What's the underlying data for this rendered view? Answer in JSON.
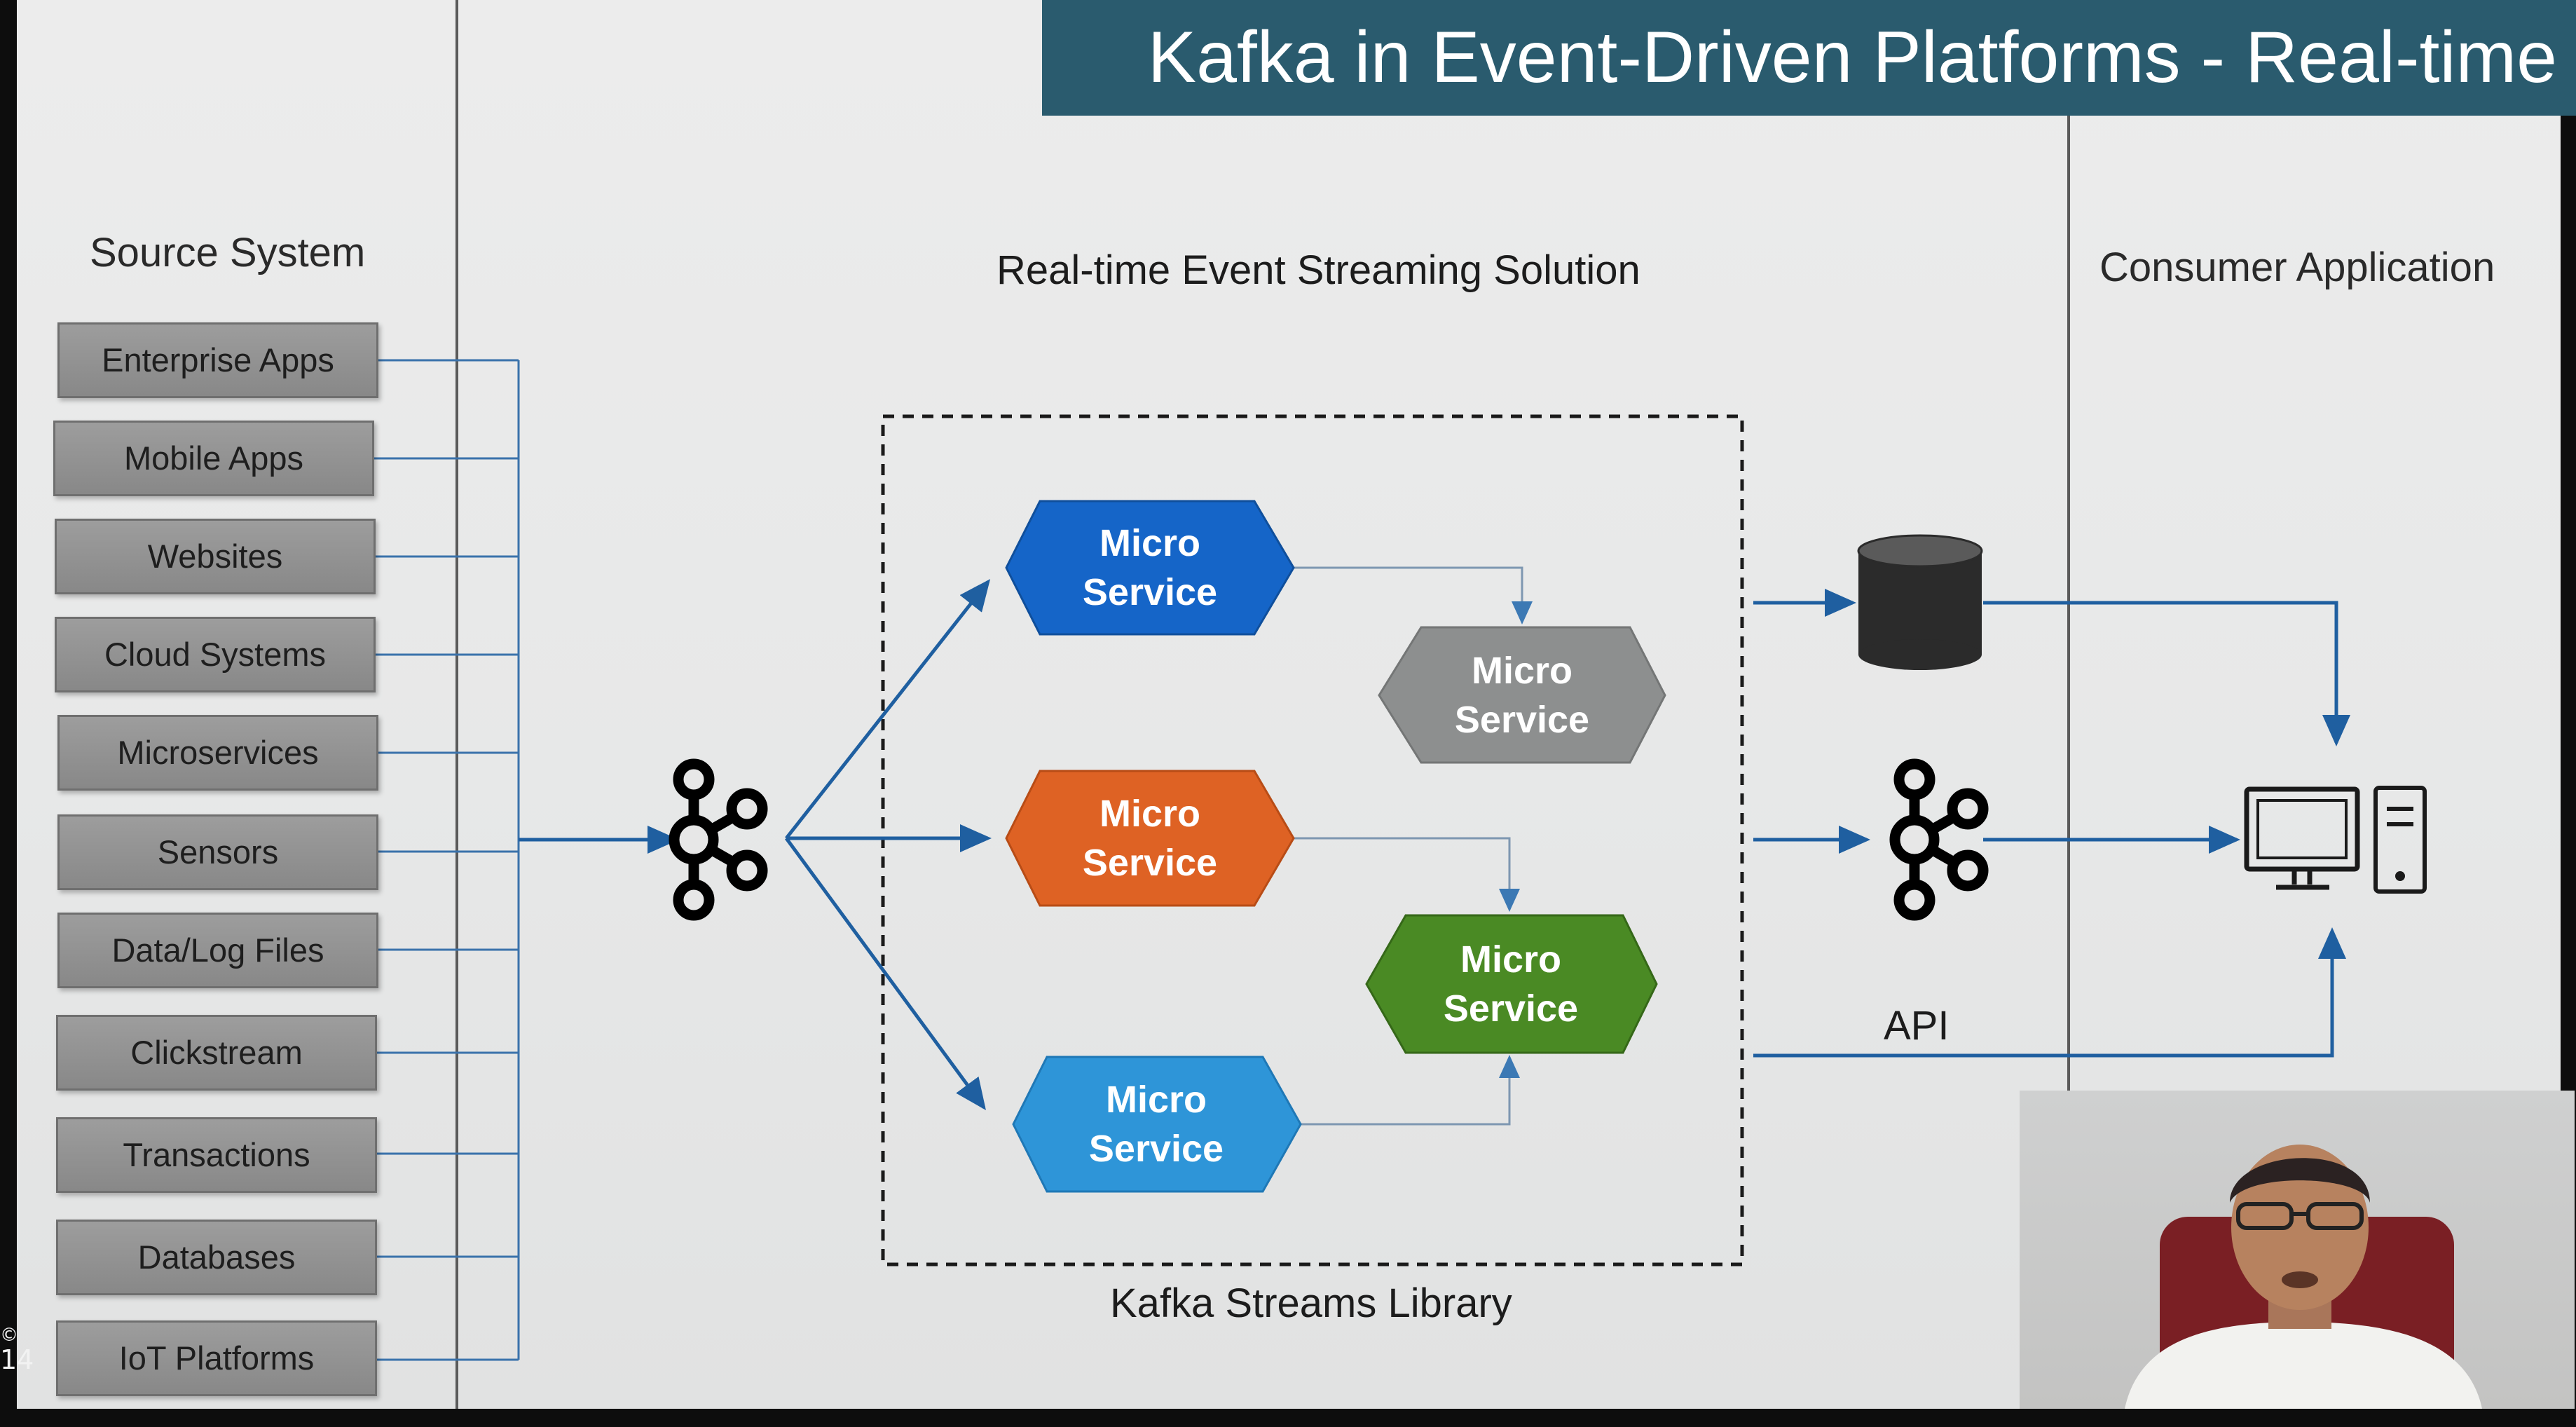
{
  "banner": {
    "title": "Kafka in Event-Driven Platforms - Real-time"
  },
  "sections": {
    "source": "Source System",
    "solution": "Real-time Event Streaming Solution",
    "consumer": "Consumer Application",
    "library": "Kafka Streams Library",
    "api": "API"
  },
  "source_systems": [
    "Enterprise Apps",
    "Mobile Apps",
    "Websites",
    "Cloud Systems",
    "Microservices",
    "Sensors",
    "Data/Log Files",
    "Clickstream",
    "Transactions",
    "Databases",
    "IoT Platforms"
  ],
  "microservices": [
    {
      "line1": "Micro",
      "line2": "Service",
      "color": "#1565c8"
    },
    {
      "line1": "Micro",
      "line2": "Service",
      "color": "#8d8f8f"
    },
    {
      "line1": "Micro",
      "line2": "Service",
      "color": "#de6224"
    },
    {
      "line1": "Micro",
      "line2": "Service",
      "color": "#4a8a24"
    },
    {
      "line1": "Micro",
      "line2": "Service",
      "color": "#2e95d8"
    }
  ],
  "colors": {
    "banner": "#2a5b6e",
    "connector": "#1f5fa0",
    "thin_connector": "#3c79b4"
  },
  "icons": [
    "kafka-icon",
    "database-icon",
    "computer-monitor-icon",
    "computer-tower-icon",
    "presenter-webcam"
  ],
  "corner_marks": {
    "symbol": "©",
    "number": "14"
  }
}
